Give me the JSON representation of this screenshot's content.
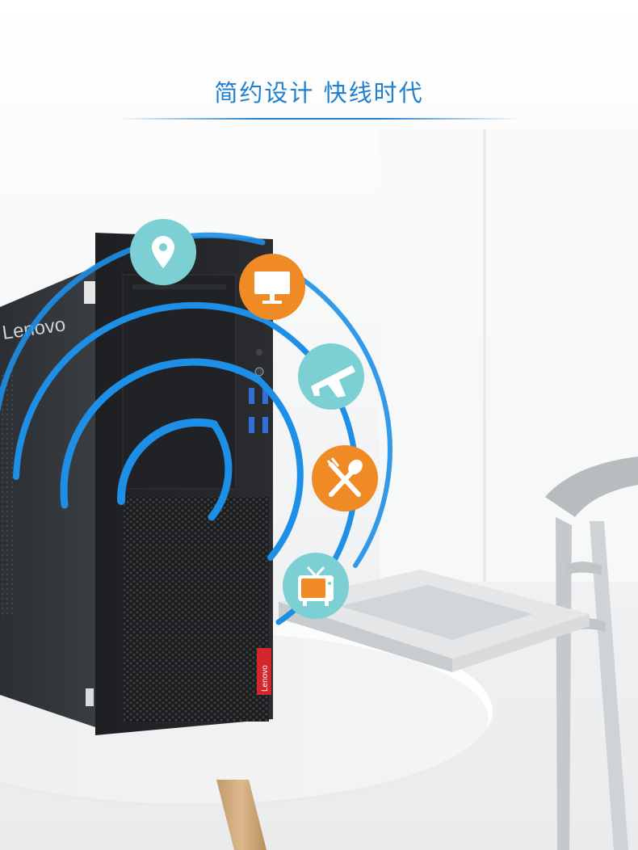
{
  "headline": "简约设计 快线时代",
  "brand": {
    "front_logo": "Lenovo",
    "side_logo": "Lenovo"
  },
  "app_icons": [
    {
      "name": "location-pin-icon",
      "color": "#7ccfd3"
    },
    {
      "name": "monitor-icon",
      "color": "#f08a24"
    },
    {
      "name": "airplane-icon",
      "color": "#7ccfd3"
    },
    {
      "name": "dining-icon",
      "color": "#f08a24"
    },
    {
      "name": "tv-icon",
      "color": "#7ccfd3"
    }
  ],
  "colors": {
    "accent_blue": "#1f7fd0",
    "signal_waves": "#1e8fe6",
    "logo_red": "#d4262b"
  }
}
